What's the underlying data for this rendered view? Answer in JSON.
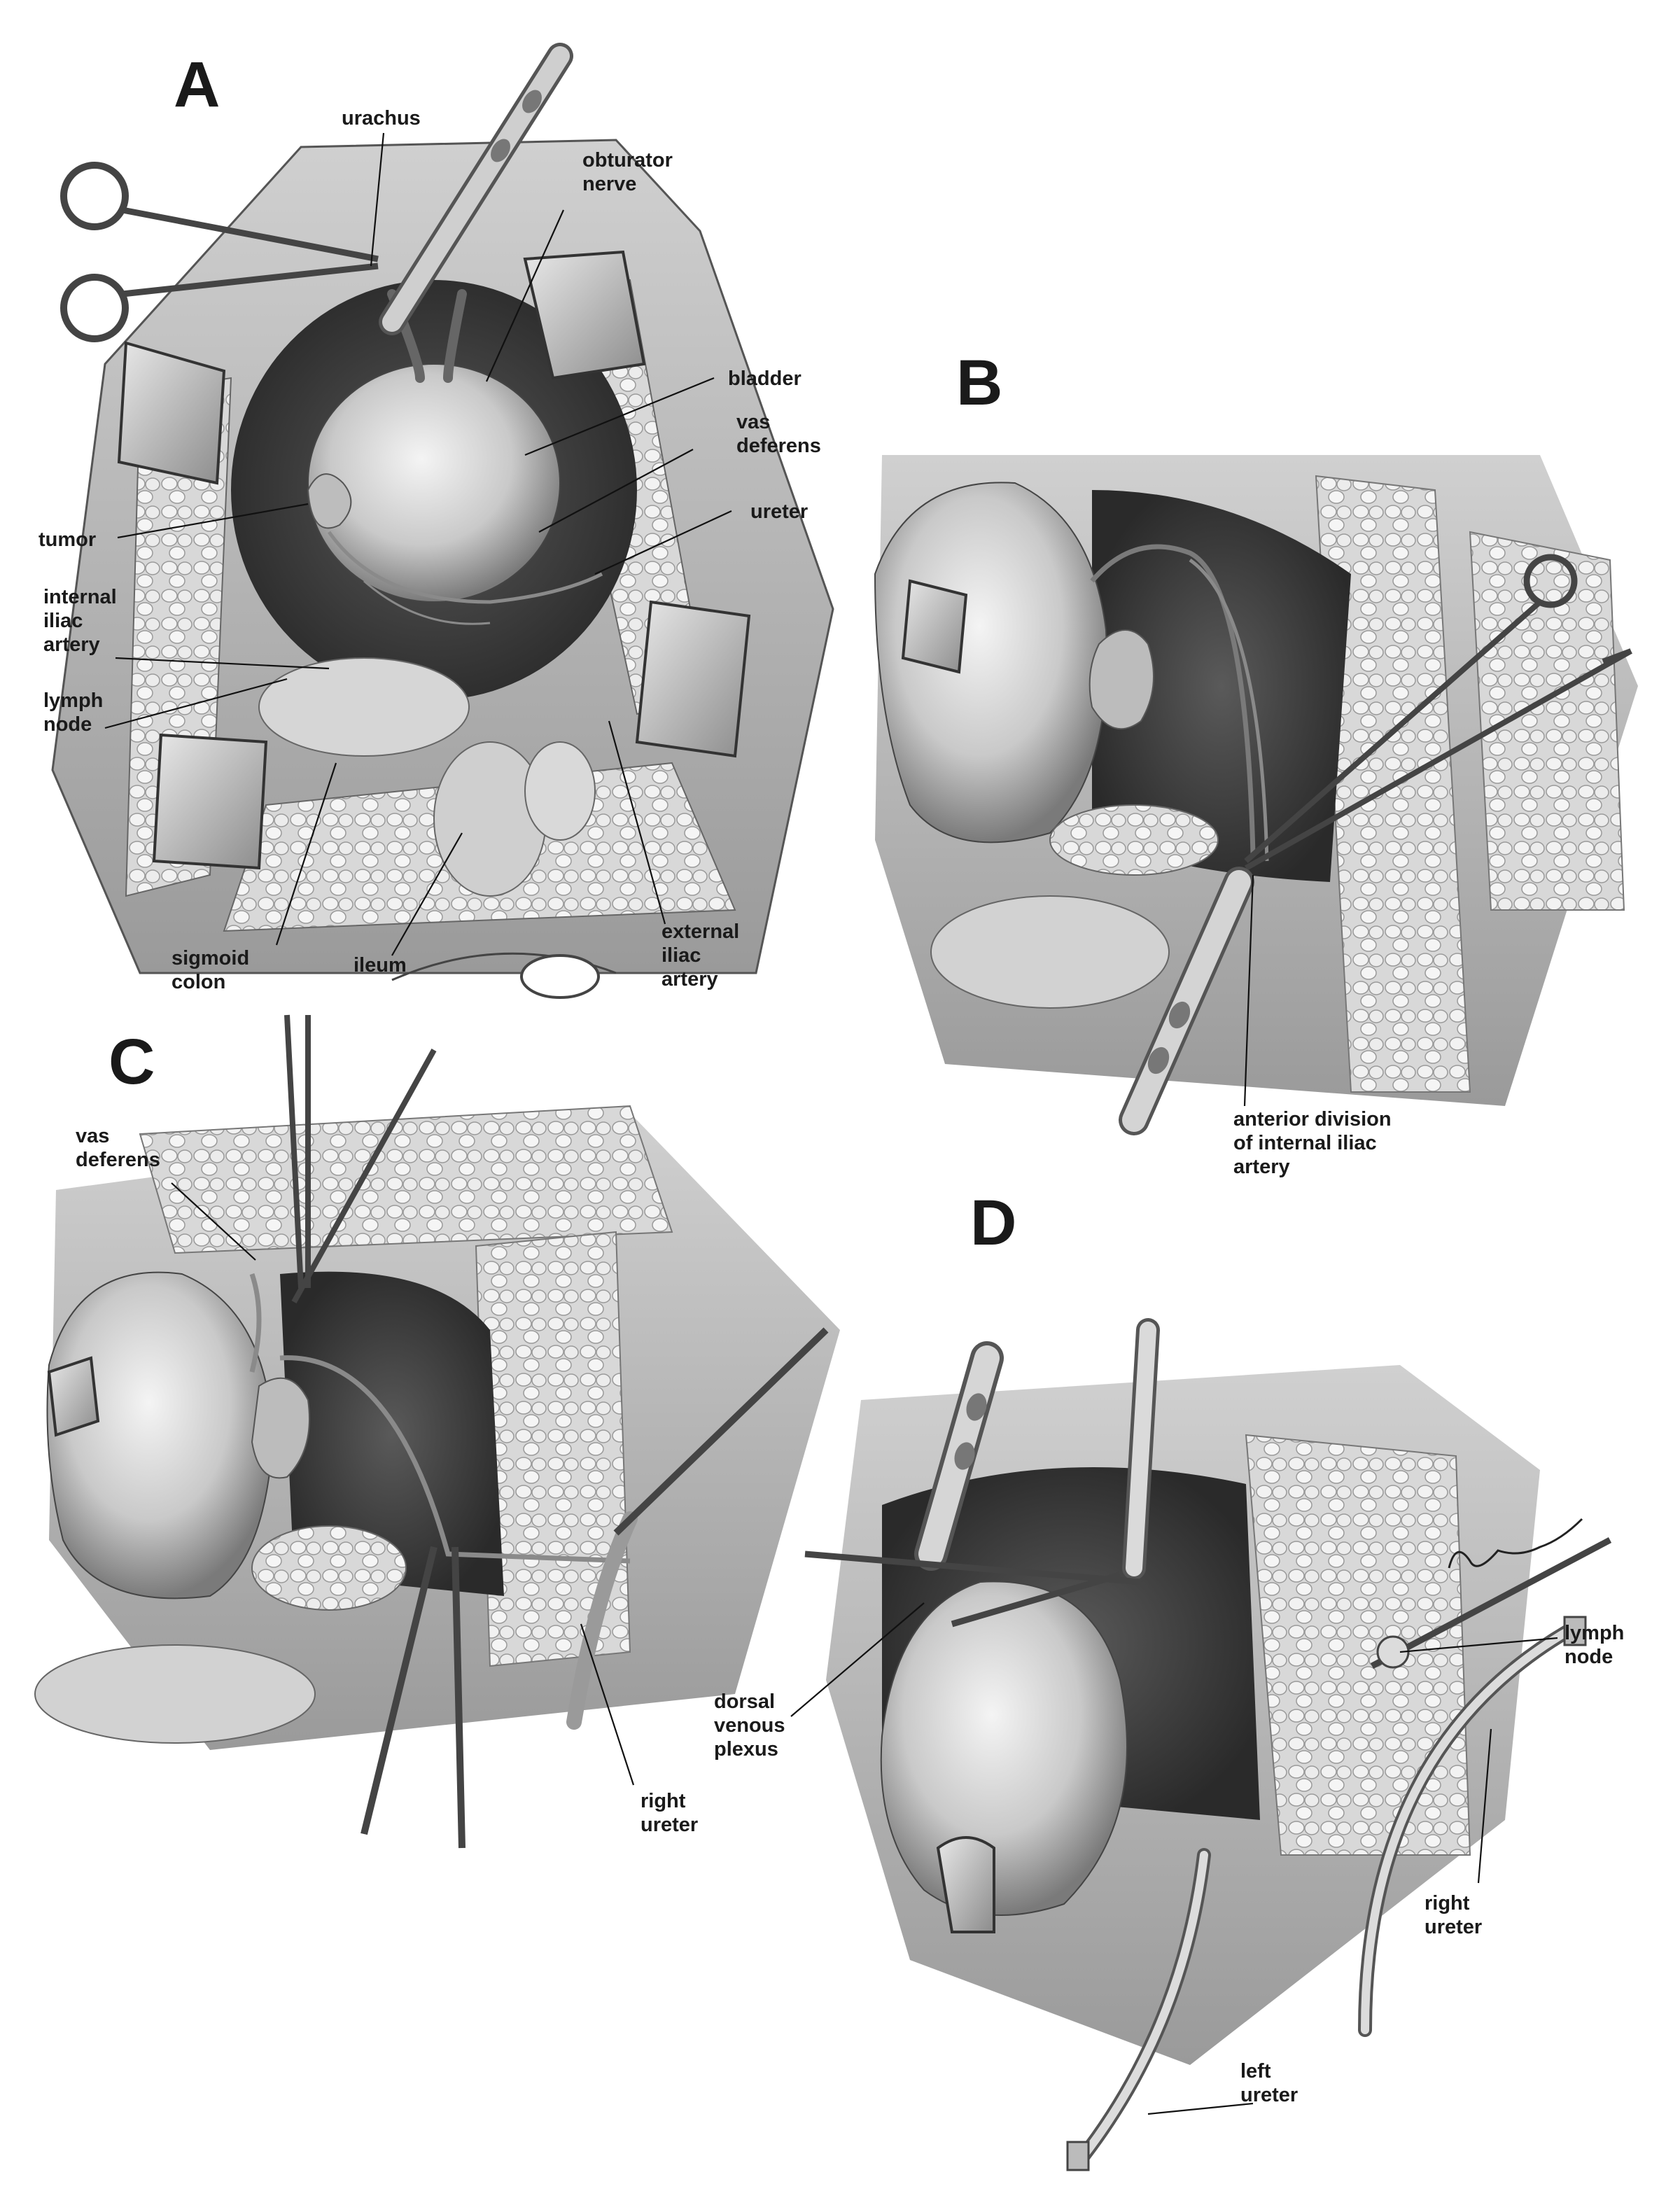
{
  "panels": {
    "a": {
      "letter": "A",
      "labels": {
        "urachus": [
          "urachus"
        ],
        "obturator_nerve": [
          "obturator",
          "nerve"
        ],
        "bladder": [
          "bladder"
        ],
        "vas_deferens": [
          "vas",
          "deferens"
        ],
        "ureter": [
          "ureter"
        ],
        "tumor": [
          "tumor"
        ],
        "internal_iliac_artery": [
          "internal",
          "iliac",
          "artery"
        ],
        "lymph_node": [
          "lymph",
          "node"
        ],
        "sigmoid_colon": [
          "sigmoid",
          "colon"
        ],
        "ileum": [
          "ileum"
        ],
        "external_iliac_artery": [
          "external",
          "iliac",
          "artery"
        ]
      }
    },
    "b": {
      "letter": "B",
      "labels": {
        "anterior_division": [
          "anterior division",
          "of internal iliac",
          "artery"
        ]
      }
    },
    "c": {
      "letter": "C",
      "labels": {
        "vas_deferens": [
          "vas",
          "deferens"
        ],
        "right_ureter": [
          "right",
          "ureter"
        ]
      }
    },
    "d": {
      "letter": "D",
      "labels": {
        "lymph_node": [
          "lymph",
          "node"
        ],
        "dorsal_venous_plexus": [
          "dorsal",
          "venous",
          "plexus"
        ],
        "right_ureter": [
          "right",
          "ureter"
        ],
        "left_ureter": [
          "left",
          "ureter"
        ]
      }
    }
  }
}
